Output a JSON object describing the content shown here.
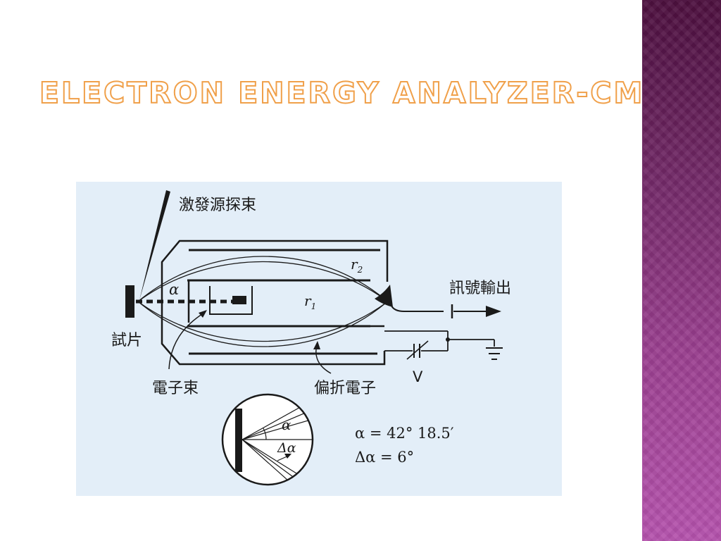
{
  "slide": {
    "title": "Electron Energy Analyzer-CMA"
  },
  "diagram": {
    "labels": {
      "probe": "激發源探束",
      "signal_output": "訊號輸出",
      "sample": "試片",
      "electron_beam": "電子束",
      "deflected_electrons": "偏折電子",
      "voltage": "V"
    },
    "symbols": {
      "r2": "r",
      "r2_sub": "2",
      "r1": "r",
      "r1_sub": "1",
      "alpha": "α",
      "inset_alpha": "α",
      "inset_delta_alpha": "Δα"
    },
    "formulas": {
      "alpha": "α = 42° 18.5′",
      "delta_alpha": "Δα = 6°"
    }
  },
  "colors": {
    "diagram_background": "#e3eef8",
    "line": "#1a1a1a",
    "title_outline": "#f0a04a",
    "sidebar_top": "#4c0f3e",
    "sidebar_bottom": "#b552ad"
  }
}
